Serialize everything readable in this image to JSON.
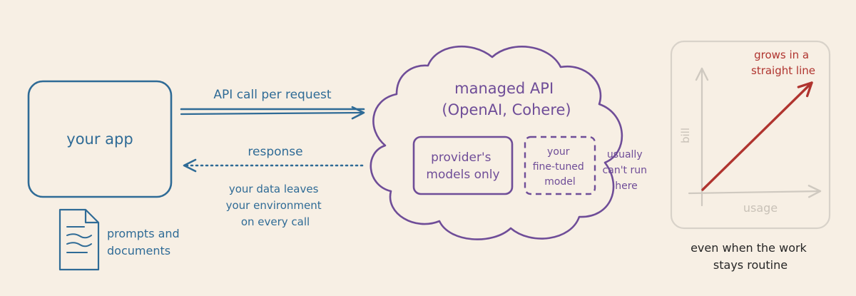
{
  "colors": {
    "background": "#f7efe4",
    "app_blue": "#2f6b96",
    "cloud_purple": "#6f4d98",
    "chart_gray": "#cfc9c0",
    "growth_red": "#b0342f",
    "ink": "#262626"
  },
  "app": {
    "label": "your app",
    "document_icon": "document-icon",
    "document_caption": [
      "prompts and",
      "documents"
    ]
  },
  "request_arrow": {
    "label": "API call per request"
  },
  "response_arrow": {
    "label": "response",
    "note": [
      "your data leaves",
      "your environment",
      "on every call"
    ]
  },
  "cloud": {
    "title": [
      "managed API",
      "(OpenAI, Cohere)"
    ],
    "provider_box": [
      "provider's",
      "models only"
    ],
    "finetuned_box": [
      "your",
      "fine-tuned",
      "model"
    ],
    "finetuned_note": [
      "usually",
      "can't run",
      "here"
    ]
  },
  "cost_chart": {
    "ylabel": "bill",
    "xlabel": "usage",
    "annotation": [
      "grows in a",
      "straight line"
    ],
    "caption": [
      "even when the work",
      "stays routine"
    ]
  }
}
